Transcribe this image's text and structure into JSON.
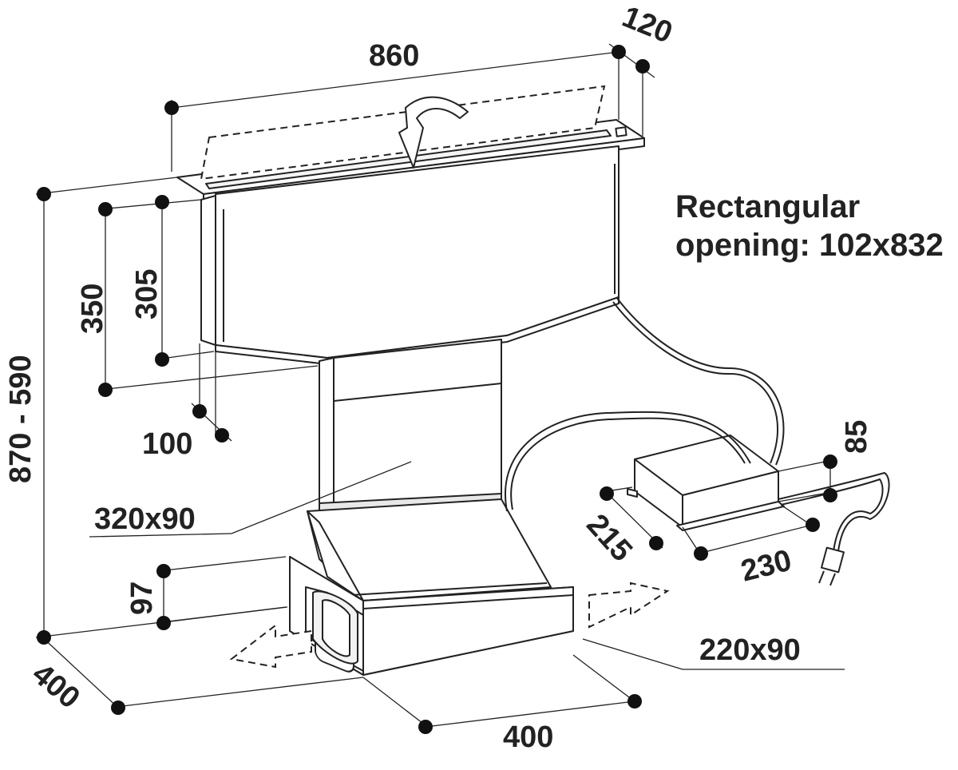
{
  "diagram": {
    "dimensions": {
      "top_width": "860",
      "top_depth": "120",
      "panel_height_350": "350",
      "panel_height_305": "305",
      "panel_offset": "100",
      "total_height": "870 - 590",
      "duct_size": "320x90",
      "base_height": "97",
      "base_depth": "400",
      "base_width": "400",
      "outlet_size": "220x90",
      "motor_height": "85",
      "motor_depth": "215",
      "motor_width": "230"
    },
    "note": {
      "line1": "Rectangular",
      "line2": "opening: 102x832"
    },
    "colors": {
      "stroke": "#222222",
      "fill_grey": "#e8e8e8",
      "dot": "#111111"
    }
  }
}
